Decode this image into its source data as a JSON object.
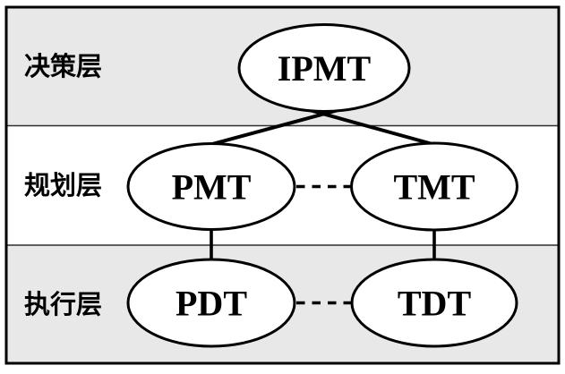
{
  "diagram": {
    "type": "layered-org-structure",
    "layers": [
      {
        "id": "decision",
        "label": "决策层",
        "background": "#e8e8e8",
        "nodes": [
          "IPMT"
        ]
      },
      {
        "id": "planning",
        "label": "规划层",
        "background": "#ffffff",
        "nodes": [
          "PMT",
          "TMT"
        ]
      },
      {
        "id": "execution",
        "label": "执行层",
        "background": "#e8e8e8",
        "nodes": [
          "PDT",
          "TDT"
        ]
      }
    ],
    "nodes": {
      "ipmt": {
        "label": "IPMT",
        "layer": "decision"
      },
      "pmt": {
        "label": "PMT",
        "layer": "planning"
      },
      "tmt": {
        "label": "TMT",
        "layer": "planning"
      },
      "pdt": {
        "label": "PDT",
        "layer": "execution"
      },
      "tdt": {
        "label": "TDT",
        "layer": "execution"
      }
    },
    "edges": [
      {
        "from": "IPMT",
        "to": "PMT",
        "style": "solid"
      },
      {
        "from": "IPMT",
        "to": "TMT",
        "style": "solid"
      },
      {
        "from": "PMT",
        "to": "PDT",
        "style": "solid"
      },
      {
        "from": "TMT",
        "to": "TDT",
        "style": "solid"
      },
      {
        "from": "PMT",
        "to": "TMT",
        "style": "dashed"
      },
      {
        "from": "PDT",
        "to": "TDT",
        "style": "dashed"
      }
    ],
    "colors": {
      "band_gray": "#e8e8e8",
      "band_white": "#ffffff",
      "line_black": "#000000",
      "border_black": "#000000"
    }
  }
}
